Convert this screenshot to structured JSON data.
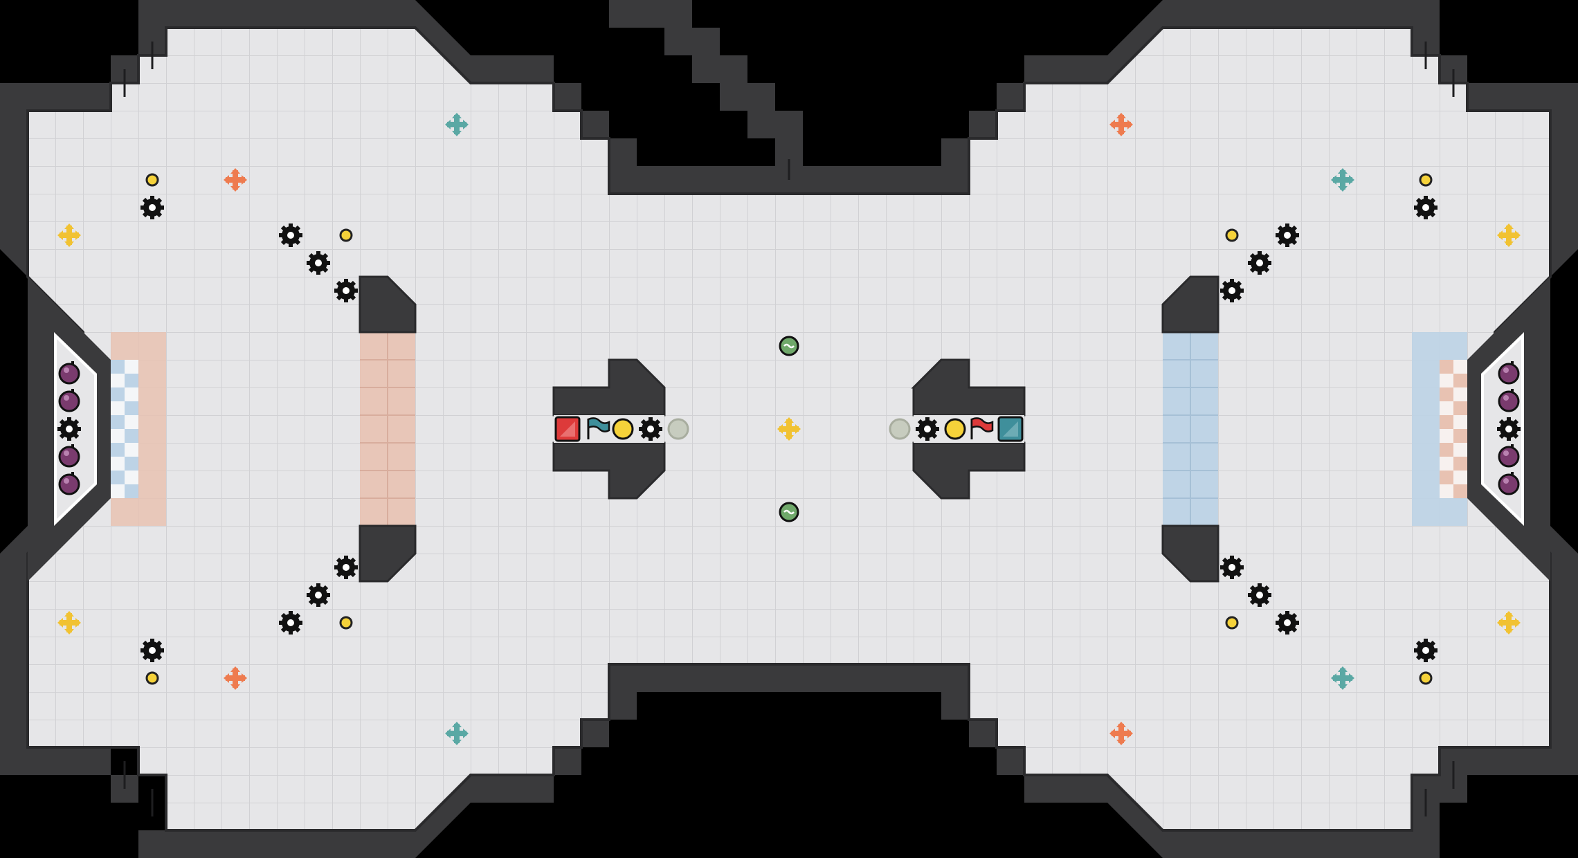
{
  "map": {
    "colors": {
      "background": "#000000",
      "wall": "#3a3a3c",
      "wall_edge": "#2a2a2c",
      "floor": "#e6e6e8",
      "grid": "#d1d1d4",
      "red_team_zone": "#e8c2b2",
      "blue_team_zone": "#bdd3e6",
      "checker_light": "#f2f2f2",
      "mine": "#7a3b6e",
      "boost_yellow": "#f1c232",
      "boost_orange": "#ee7b4f",
      "boost_teal": "#5aa8a4",
      "button_yellow": "#f5d23a",
      "gate_green": "#6fa86a",
      "neutral_token": "#c7ccbf",
      "red_flag": "#dd3a3a",
      "blue_flag": "#3f8f9b"
    },
    "legend": {
      "spike_icon": "spike",
      "boost_icon": "speed-boost",
      "button_icon": "button",
      "mine_icon": "bomb",
      "flag_icon": "flag",
      "gate_icon": "gate-switch",
      "powerup_icon": "neutral-token"
    },
    "red_base": {
      "flag": "red-flag",
      "tile": "red-team-tile"
    },
    "blue_base": {
      "flag": "blue-flag",
      "tile": "blue-team-tile"
    },
    "counts": {
      "mines_per_side": 4,
      "spikes_per_side": 10
    }
  }
}
